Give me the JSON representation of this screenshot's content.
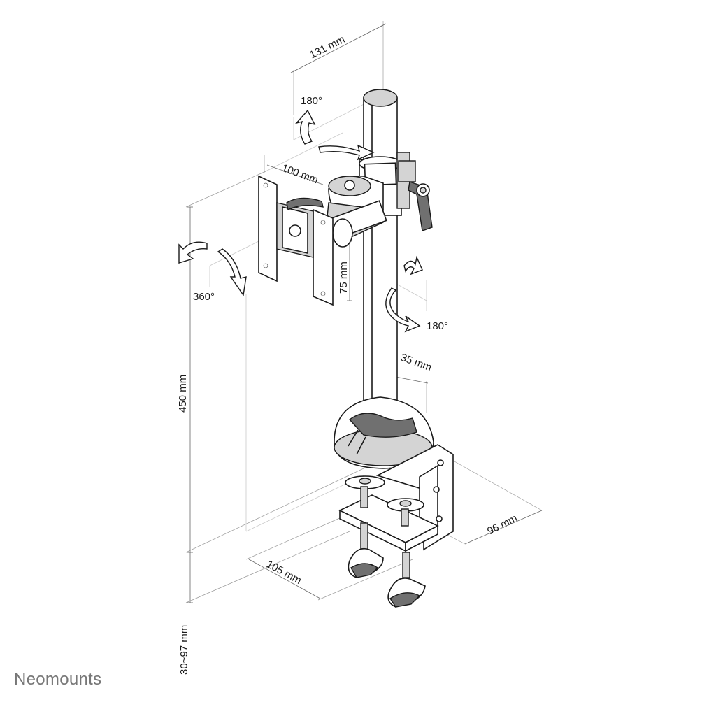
{
  "brand": "Neomounts",
  "dimensions": {
    "top_reach": "131 mm",
    "plate_width": "100 mm",
    "plate_height": "75 mm",
    "pole_height": "450 mm",
    "pole_offset": "35 mm",
    "clamp_depth": "105 mm",
    "clamp_width": "96 mm",
    "desk_thickness": "30~97 mm"
  },
  "rotations": {
    "tilt": "180°",
    "swivel": "180°",
    "rotate": "360°"
  }
}
